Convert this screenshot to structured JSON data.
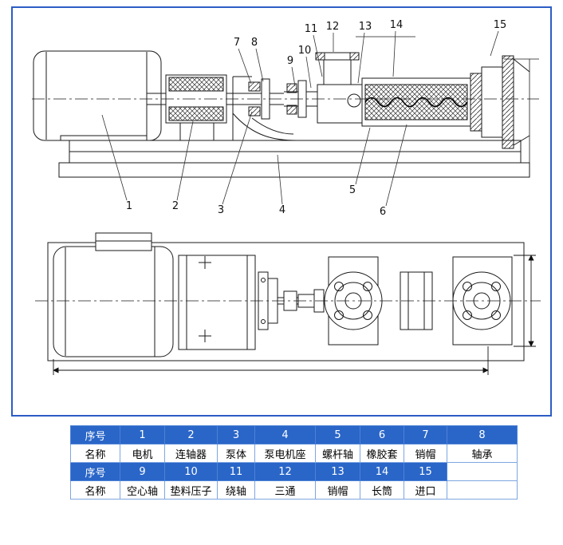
{
  "window": {
    "bg": "#ffffff",
    "frame_border": "#2c5cc5"
  },
  "diagram": {
    "part_numbers": [
      "1",
      "2",
      "3",
      "4",
      "5",
      "6",
      "7",
      "8",
      "9",
      "10",
      "11",
      "12",
      "13",
      "14",
      "15"
    ]
  },
  "table": {
    "rows": [
      {
        "label": "序号",
        "cells": [
          "1",
          "2",
          "3",
          "4",
          "5",
          "6",
          "7",
          "8"
        ]
      },
      {
        "label": "名称",
        "cells": [
          "电机",
          "连轴器",
          "泵体",
          "泵电机座",
          "螺杆轴",
          "橡胶套",
          "销帽",
          "轴承"
        ]
      },
      {
        "label": "序号",
        "cells": [
          "9",
          "10",
          "11",
          "12",
          "13",
          "14",
          "15",
          ""
        ]
      },
      {
        "label": "名称",
        "cells": [
          "空心轴",
          "垫料压子",
          "绕轴",
          "三通",
          "销帽",
          "长筒",
          "进口",
          ""
        ]
      }
    ]
  },
  "colors": {
    "table_header_bg": "#2a66c8",
    "table_border": "#7ea6e0"
  }
}
